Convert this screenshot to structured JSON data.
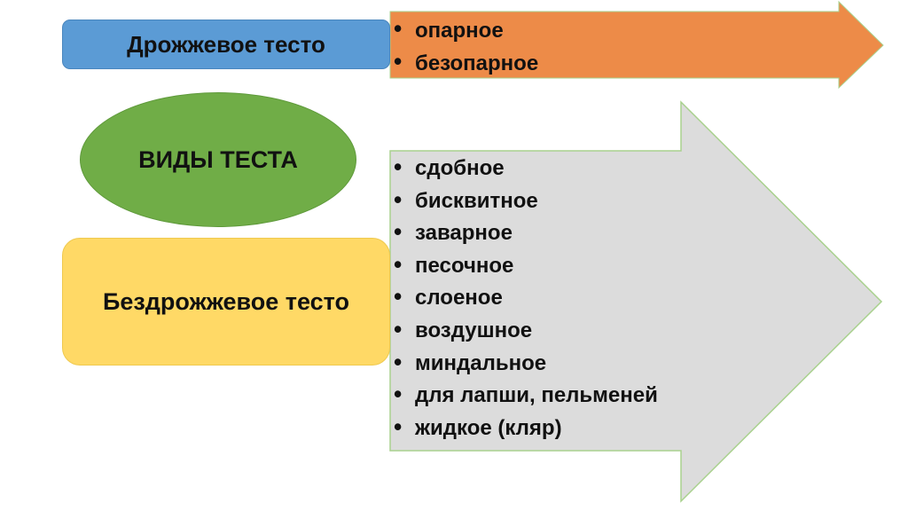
{
  "diagram": {
    "center_label": "ВИДЫ ТЕСТА",
    "yeast_dough": {
      "label": "Дрожжевое тесто",
      "items": [
        "опарное",
        "безопарное"
      ]
    },
    "yeast_free_dough": {
      "label": "Бездрожжевое тесто",
      "items": [
        "сдобное",
        "бисквитное",
        "заварное",
        "песочное",
        "слоеное",
        "воздушное",
        "миндальное",
        "для лапши, пельменей",
        "жидкое (кляр)"
      ]
    }
  },
  "colors": {
    "yeast_box": "#5b9bd5",
    "center_ellipse": "#70ad47",
    "yeast_free_box": "#ffd966",
    "top_arrow": "#ed8b48",
    "bottom_arrow": "#dcdcdc",
    "arrow_border": "#a9d18e"
  }
}
